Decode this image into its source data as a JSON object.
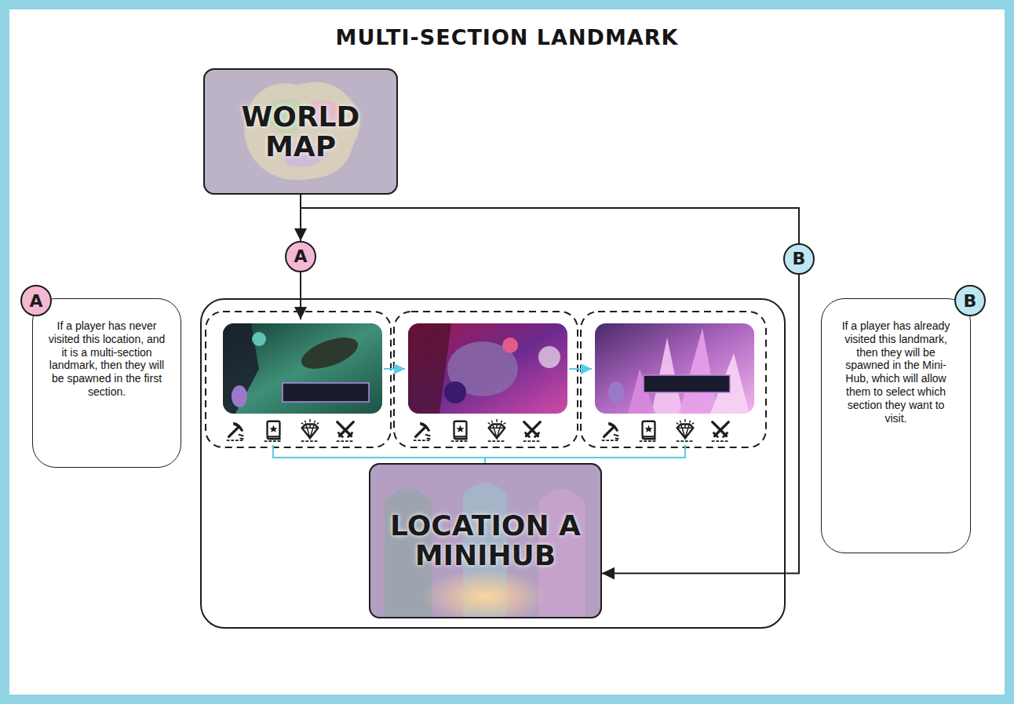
{
  "diagram": {
    "title": "MULTI-SECTION LANDMARK",
    "nodes": [
      {
        "text": [
          "WORLD MAP"
        ]
      },
      {
        "text": [
          "A"
        ]
      },
      {
        "text": [
          "B"
        ]
      },
      {
        "text": [
          "LOCATION A MINIHUB"
        ]
      },
      {
        "text": [
          "A",
          "If a player has never visited this location, and it is a multi-section landmark, then they will be spawned in the first section."
        ]
      },
      {
        "text": [
          "B",
          "If a player has already visited this landmark, then they will be spawned in the Mini-Hub, which will allow them to select which section they want to visit."
        ]
      }
    ],
    "edges": [
      {
        "from": 0,
        "to": 1,
        "arrow": "to"
      },
      {
        "from": 0,
        "to": 2,
        "arrow": "none"
      },
      {
        "from": 2,
        "to": 3,
        "arrow": "to"
      }
    ]
  }
}
